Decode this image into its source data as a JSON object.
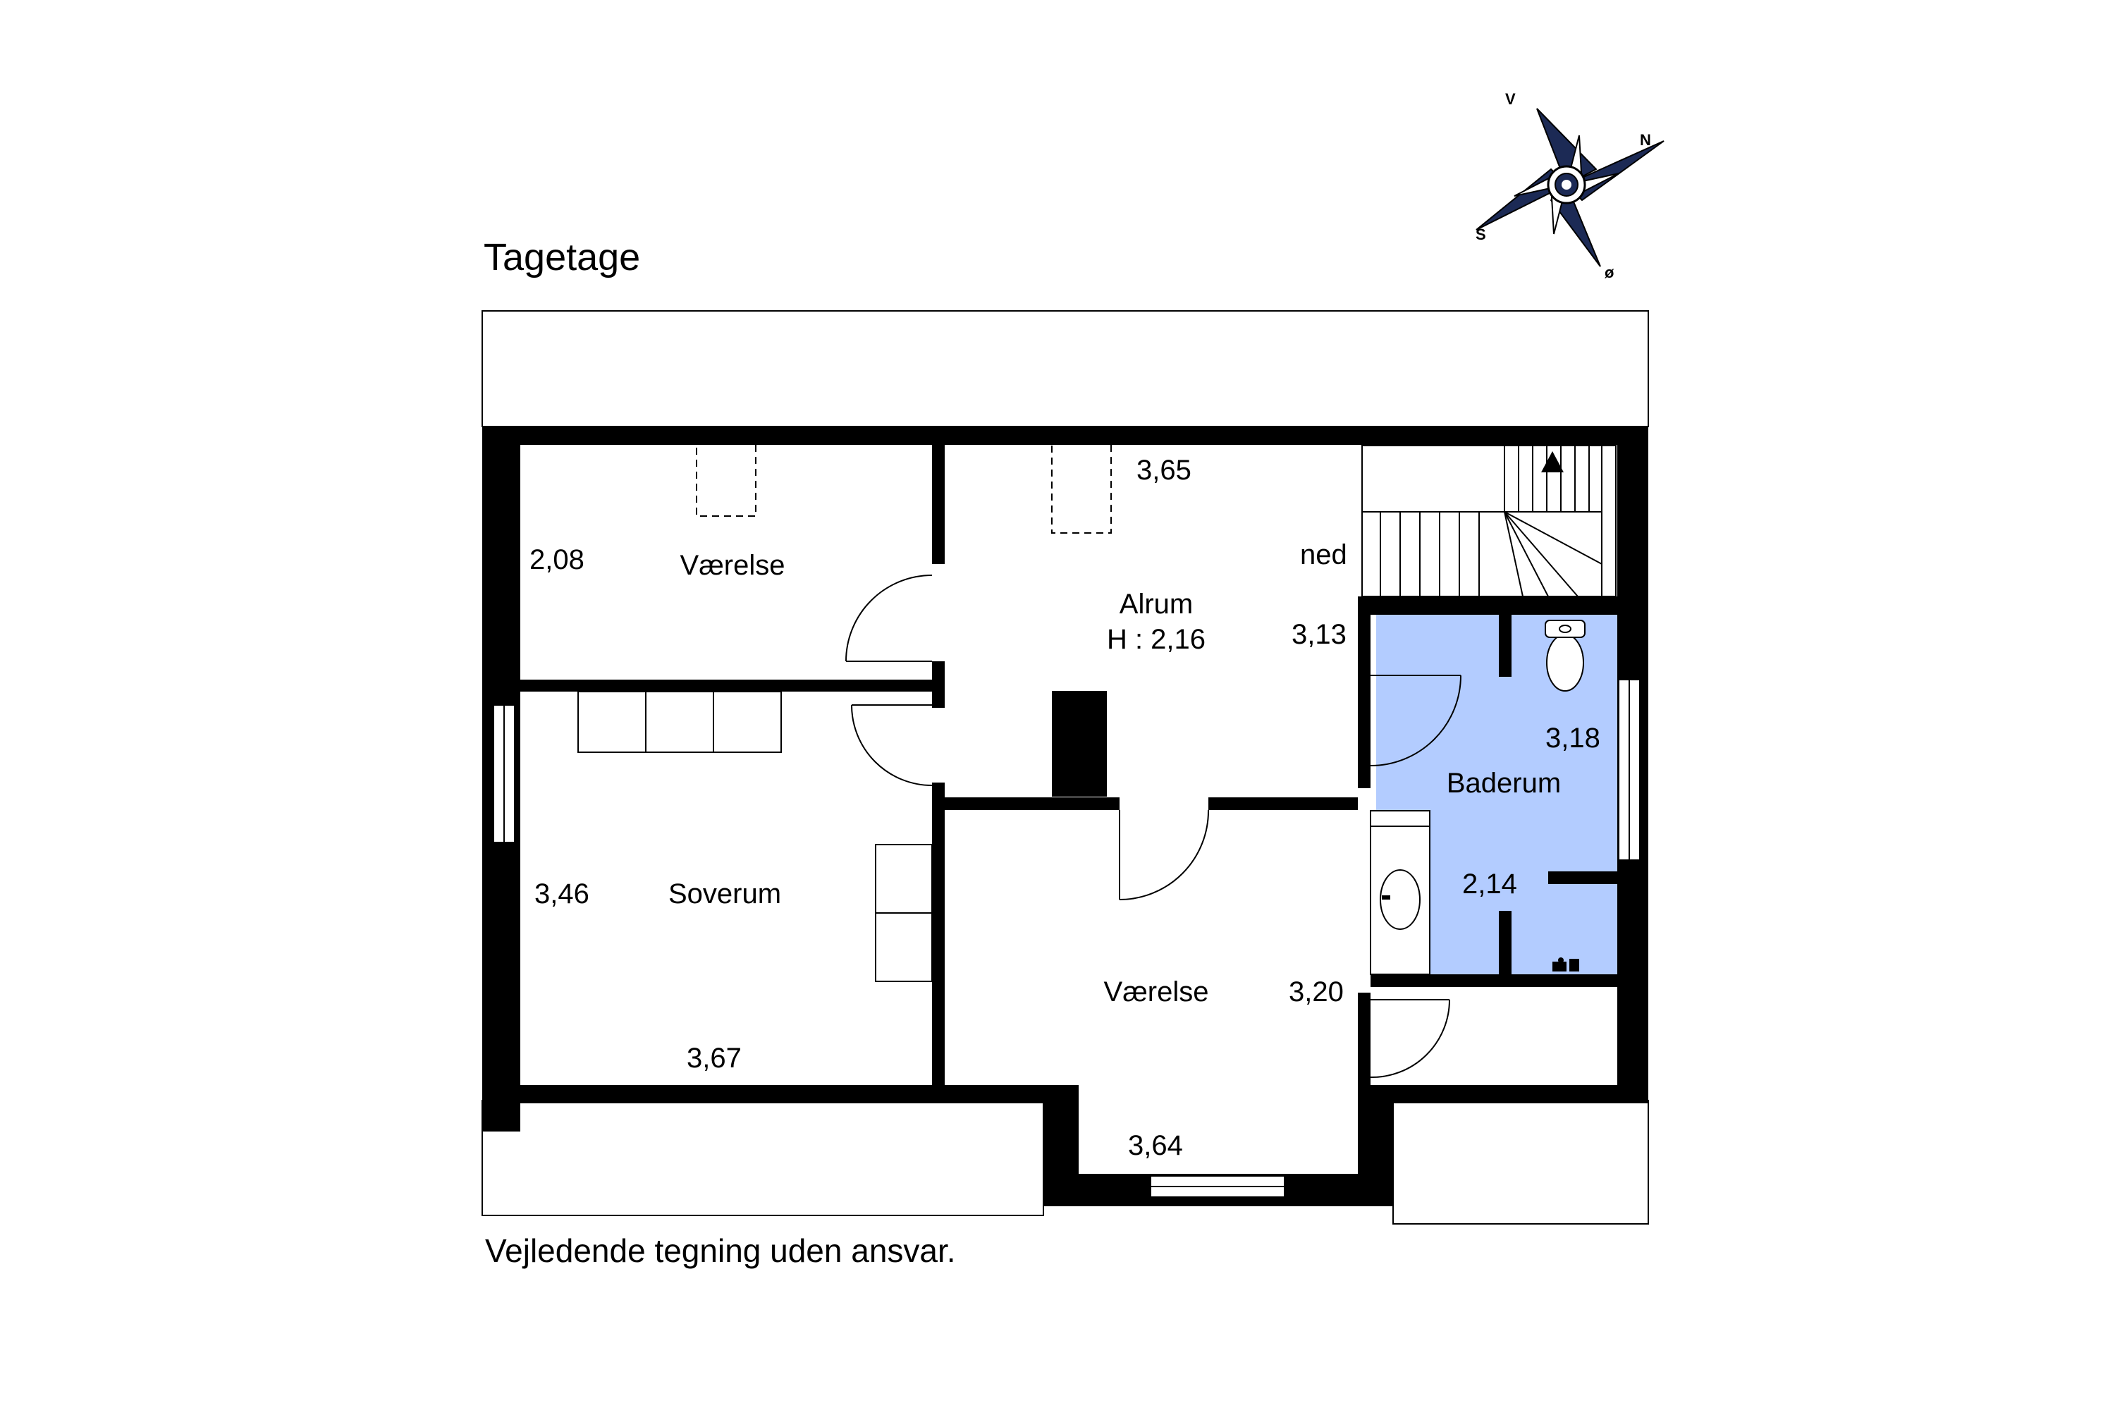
{
  "floor_title": "Tagetage",
  "disclaimer": "Vejledende tegning uden ansvar.",
  "colors": {
    "wall": "#000000",
    "bathroom_fill": "#b3ccff",
    "compass_dark": "#1c2a55"
  },
  "compass": {
    "north": "N",
    "south": "S",
    "east": "ø",
    "west": "V"
  },
  "rooms": {
    "vaerelse_nw": {
      "name": "Værelse",
      "dimension": "2,08"
    },
    "alrum": {
      "name": "Alrum",
      "height": "H : 2,16",
      "dim_top": "3,65",
      "dim_right": "3,13",
      "stairs": "ned"
    },
    "soverum": {
      "name": "Soverum",
      "dim_left": "3,46",
      "dim_bottom": "3,67"
    },
    "baderum": {
      "name": "Baderum",
      "dim_right": "3,18",
      "dim_inner": "2,14"
    },
    "vaerelse_s": {
      "name": "Værelse",
      "dim_right": "3,20",
      "dim_bottom": "3,64"
    }
  }
}
